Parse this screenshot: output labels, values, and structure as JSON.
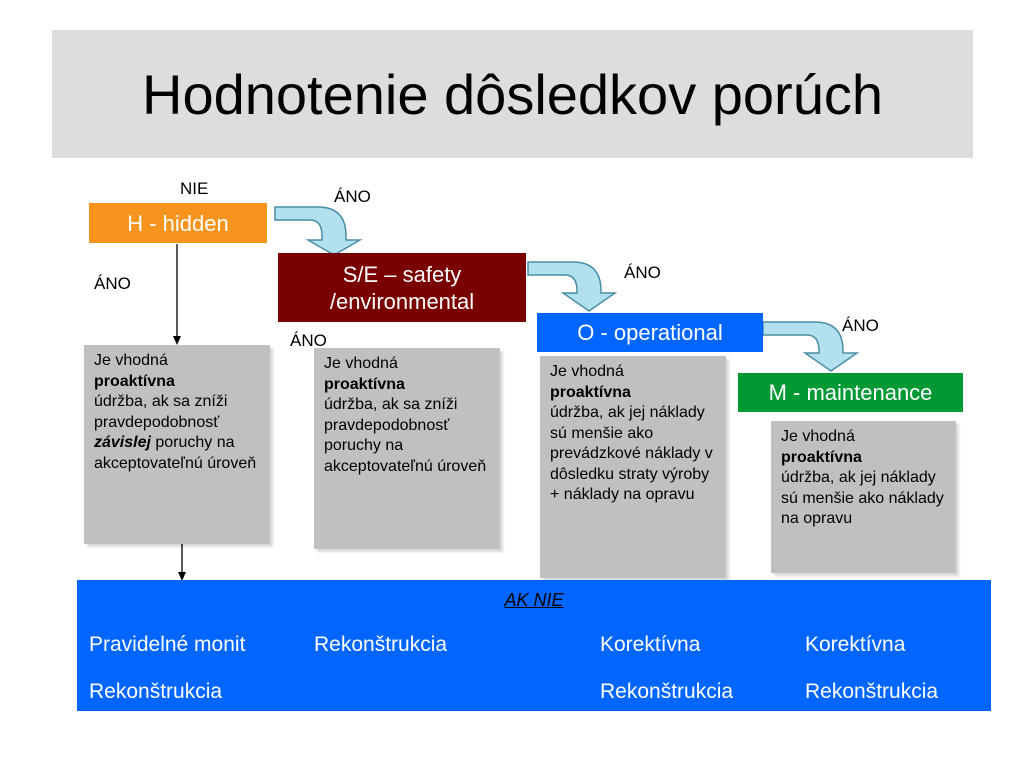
{
  "title": "Hodnotenie dôsledkov porúch",
  "colors": {
    "title_band": "#dddddd",
    "hidden": "#f7941d",
    "safety": "#7a0000",
    "operational": "#0066ff",
    "maintenance": "#009933",
    "description": "#c0c0c0",
    "bottom_band": "#0066ff",
    "arrow_fill": "#b3e0ee"
  },
  "nodes": {
    "hidden": "H - hidden",
    "safety_line1": "S/E – safety",
    "safety_line2": "/environmental",
    "operational": "O - operational",
    "maintenance": "M - maintenance"
  },
  "labels": {
    "nie_top": "NIE",
    "ano_hidden_right": "ÁNO",
    "ano_hidden_down": "ÁNO",
    "ano_safety_down": "ÁNO",
    "ano_safety_right": "ÁNO",
    "ano_operational_right": "ÁNO"
  },
  "descriptions": {
    "hidden": {
      "t1": "Je vhodná",
      "t2": "proaktívna",
      "t3": "údržba, ak sa zníži pravdepodobnosť",
      "t4": "závislej",
      "t5": " poruchy na akceptovateľnú úroveň"
    },
    "safety": {
      "t1": "Je vhodná",
      "t2": "proaktívna",
      "t3": "údržba, ak sa zníži pravdepodobnosť poruchy na akceptovateľnú úroveň"
    },
    "operational": {
      "t1": "Je vhodná",
      "t2": "proaktívna",
      "t3": "údržba, ak jej náklady sú menšie ako prevádzkové náklady v dôsledku straty výroby + náklady na opravu"
    },
    "maintenance": {
      "t1": "Je vhodná",
      "t2": "proaktívna",
      "t3": "údržba, ak jej náklady sú menšie ako náklady na opravu"
    }
  },
  "bottom": {
    "header": "AK NIE",
    "col1_row1": "Pravidelné monit",
    "col1_row2": "Rekonštrukcia",
    "col2_row1": "Rekonštrukcia",
    "col3_row1": "Korektívna",
    "col3_row2": "Rekonštrukcia",
    "col4_row1": "Korektívna",
    "col4_row2": "Rekonštrukcia"
  }
}
